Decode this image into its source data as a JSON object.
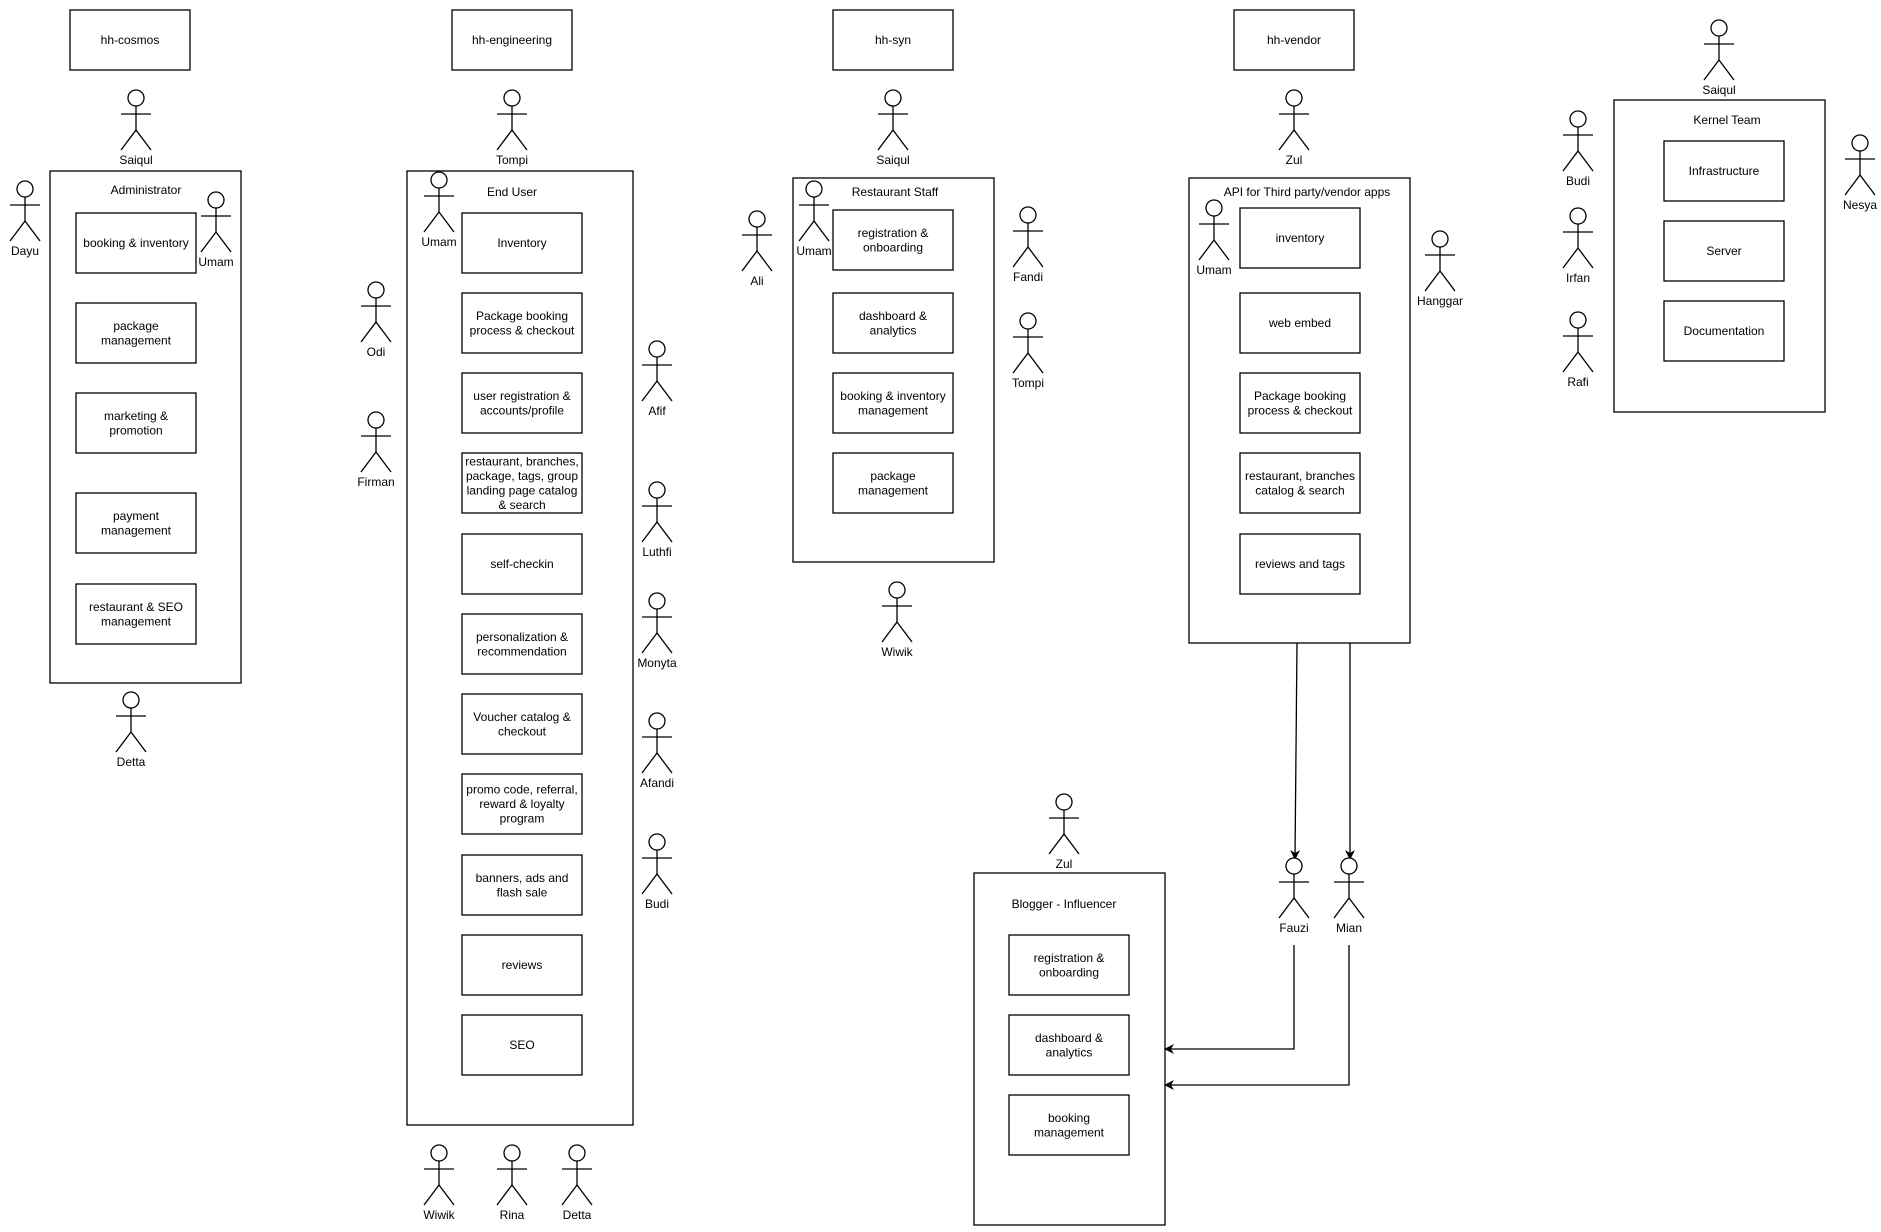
{
  "repos": {
    "cosmos": "hh-cosmos",
    "engineering": "hh-engineering",
    "syn": "hh-syn",
    "vendor": "hh-vendor"
  },
  "groups": {
    "administrator": "Administrator",
    "end_user": "End User",
    "restaurant_staff": "Restaurant Staff",
    "api": "API for Third party/vendor apps",
    "kernel": "Kernel Team",
    "blogger": "Blogger - Influencer"
  },
  "features": {
    "cosmos": [
      [
        "booking & inventory"
      ],
      [
        "package",
        "management"
      ],
      [
        "marketing &",
        "promotion"
      ],
      [
        "payment",
        "management"
      ],
      [
        "restaurant & SEO",
        "management"
      ]
    ],
    "engineering": [
      [
        "Inventory"
      ],
      [
        "Package booking",
        "process & checkout"
      ],
      [
        "user registration &",
        "accounts/profile"
      ],
      [
        "restaurant, branches,",
        "package, tags, group",
        "landing page catalog",
        "& search"
      ],
      [
        "self-checkin"
      ],
      [
        "personalization &",
        "recommendation"
      ],
      [
        "Voucher catalog &",
        "checkout"
      ],
      [
        "promo code, referral,",
        "reward & loyalty",
        "program"
      ],
      [
        "banners, ads and",
        "flash sale"
      ],
      [
        "reviews"
      ],
      [
        "SEO"
      ]
    ],
    "syn": [
      [
        "registration &",
        "onboarding"
      ],
      [
        "dashboard &",
        "analytics"
      ],
      [
        "booking & inventory",
        "management"
      ],
      [
        "package",
        "management"
      ]
    ],
    "vendor": [
      [
        "inventory"
      ],
      [
        "web embed"
      ],
      [
        "Package booking",
        "process & checkout"
      ],
      [
        "restaurant, branches",
        "catalog & search"
      ],
      [
        "reviews and tags"
      ]
    ],
    "kernel": [
      [
        "Infrastructure"
      ],
      [
        "Server"
      ],
      [
        "Documentation"
      ]
    ],
    "blogger": [
      [
        "registration &",
        "onboarding"
      ],
      [
        "dashboard &",
        "analytics"
      ],
      [
        "booking",
        "management"
      ]
    ]
  },
  "actors": {
    "cosmos_owner": "Saiqul",
    "cosmos_dayu": "Dayu",
    "cosmos_umam": "Umam",
    "cosmos_detta": "Detta",
    "eng_owner": "Tompi",
    "eng_umam": "Umam",
    "eng_odi": "Odi",
    "eng_firman": "Firman",
    "eng_afif": "Afif",
    "eng_luthfi": "Luthfi",
    "eng_monyta": "Monyta",
    "eng_afandi": "Afandi",
    "eng_budi": "Budi",
    "eng_wiwik": "Wiwik",
    "eng_rina": "Rina",
    "eng_detta": "Detta",
    "syn_owner": "Saiqul",
    "syn_umam": "Umam",
    "syn_ali": "Ali",
    "syn_fandi": "Fandi",
    "syn_tompi": "Tompi",
    "syn_wiwik": "Wiwik",
    "vendor_owner": "Zul",
    "vendor_umam": "Umam",
    "vendor_hanggar": "Hanggar",
    "kernel_owner": "Saiqul",
    "kernel_budi": "Budi",
    "kernel_irfan": "Irfan",
    "kernel_rafi": "Rafi",
    "kernel_nesya": "Nesya",
    "blogger_owner": "Zul",
    "fauzi": "Fauzi",
    "mian": "Mian"
  }
}
